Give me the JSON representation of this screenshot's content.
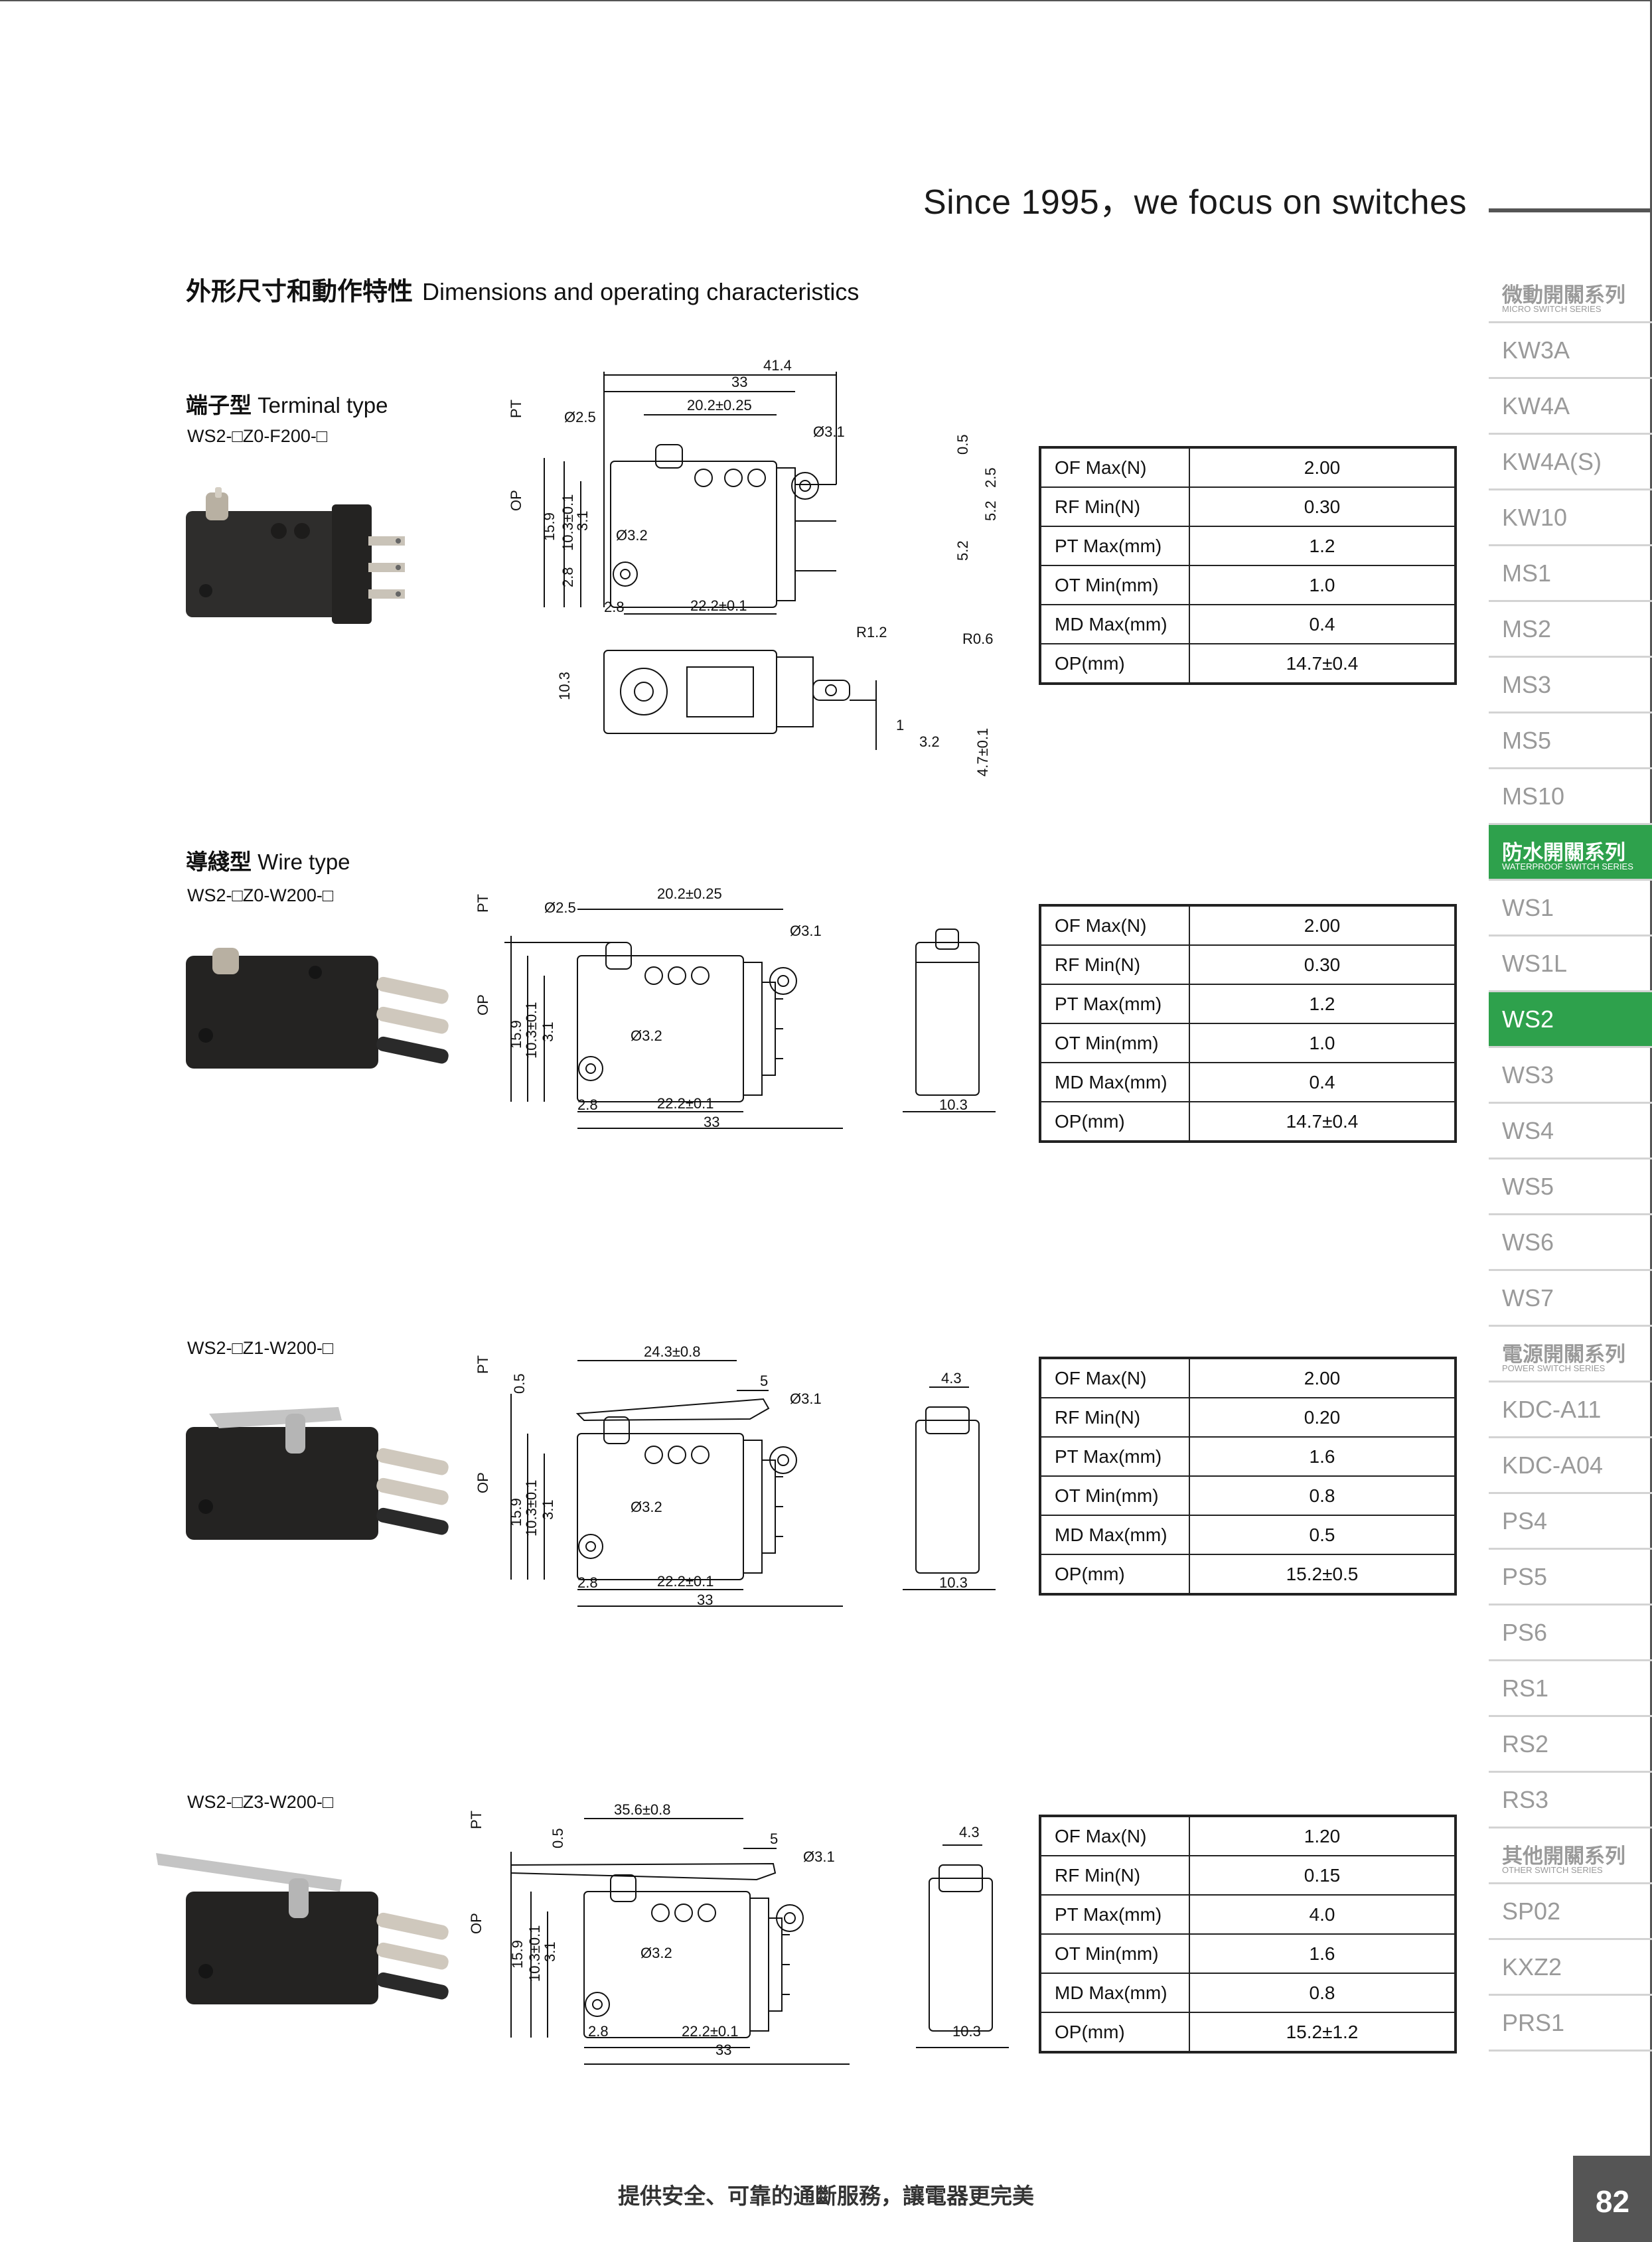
{
  "header": {
    "title": "Since 1995，we focus on switches"
  },
  "section": {
    "title_zh": "外形尺寸和動作特性",
    "title_en": "Dimensions and operating characteristics"
  },
  "products": [
    {
      "type_zh": "端子型",
      "type_en": "Terminal type",
      "model": "WS2-□Z0-F200-□",
      "dims": {
        "pt": "PT",
        "op": "OP",
        "d1": "41.4",
        "d2": "33",
        "d3": "20.2±0.25",
        "d4": "Ø2.5",
        "d5": "Ø3.1",
        "d6": "0.5",
        "d7": "2.5",
        "d8": "5.2",
        "d9": "5.2",
        "d10": "15.9",
        "d11": "10.3±0.1",
        "d12": "3.1",
        "d13": "2.8",
        "d14": "Ø3.2",
        "d15": "2.8",
        "d16": "22.2±0.1",
        "r1": "R1.2",
        "r2": "R0.6",
        "b1": "10.3",
        "b2": "1",
        "b3": "3.2",
        "b4": "4.7±0.1"
      },
      "specs": [
        {
          "label": "OF Max(N)",
          "value": "2.00"
        },
        {
          "label": "RF Min(N)",
          "value": "0.30"
        },
        {
          "label": "PT Max(mm)",
          "value": "1.2"
        },
        {
          "label": "OT Min(mm)",
          "value": "1.0"
        },
        {
          "label": "MD Max(mm)",
          "value": "0.4"
        },
        {
          "label": "OP(mm)",
          "value": "14.7±0.4"
        }
      ]
    },
    {
      "type_zh": "導綫型",
      "type_en": "Wire type",
      "model": "WS2-□Z0-W200-□",
      "dims": {
        "pt": "PT",
        "op": "OP",
        "d3": "20.2±0.25",
        "d4": "Ø2.5",
        "d5": "Ø3.1",
        "d10": "15.9",
        "d11": "10.3±0.1",
        "d12": "3.1",
        "d14": "Ø3.2",
        "d15": "2.8",
        "d16": "22.2±0.1",
        "d2": "33",
        "side": "10.3"
      },
      "specs": [
        {
          "label": "OF Max(N)",
          "value": "2.00"
        },
        {
          "label": "RF Min(N)",
          "value": "0.30"
        },
        {
          "label": "PT Max(mm)",
          "value": "1.2"
        },
        {
          "label": "OT Min(mm)",
          "value": "1.0"
        },
        {
          "label": "MD Max(mm)",
          "value": "0.4"
        },
        {
          "label": "OP(mm)",
          "value": "14.7±0.4"
        }
      ]
    },
    {
      "model": "WS2-□Z1-W200-□",
      "dims": {
        "pt": "PT",
        "op": "OP",
        "lever": "24.3±0.8",
        "l5": "5",
        "d6": "0.5",
        "d5": "Ø3.1",
        "d10": "15.9",
        "d11": "10.3±0.1",
        "d12": "3.1",
        "d14": "Ø3.2",
        "d15": "2.8",
        "d16": "22.2±0.1",
        "d2": "33",
        "side": "10.3",
        "top": "4.3"
      },
      "specs": [
        {
          "label": "OF Max(N)",
          "value": "2.00"
        },
        {
          "label": "RF Min(N)",
          "value": "0.20"
        },
        {
          "label": "PT Max(mm)",
          "value": "1.6"
        },
        {
          "label": "OT Min(mm)",
          "value": "0.8"
        },
        {
          "label": "MD Max(mm)",
          "value": "0.5"
        },
        {
          "label": "OP(mm)",
          "value": "15.2±0.5"
        }
      ]
    },
    {
      "model": "WS2-□Z3-W200-□",
      "dims": {
        "pt": "PT",
        "op": "OP",
        "lever": "35.6±0.8",
        "l5": "5",
        "d6": "0.5",
        "d5": "Ø3.1",
        "d10": "15.9",
        "d11": "10.3±0.1",
        "d12": "3.1",
        "d14": "Ø3.2",
        "d15": "2.8",
        "d16": "22.2±0.1",
        "d2": "33",
        "side": "10.3",
        "top": "4.3"
      },
      "specs": [
        {
          "label": "OF Max(N)",
          "value": "1.20"
        },
        {
          "label": "RF Min(N)",
          "value": "0.15"
        },
        {
          "label": "PT Max(mm)",
          "value": "4.0"
        },
        {
          "label": "OT Min(mm)",
          "value": "1.6"
        },
        {
          "label": "MD Max(mm)",
          "value": "0.8"
        },
        {
          "label": "OP(mm)",
          "value": "15.2±1.2"
        }
      ]
    }
  ],
  "sidebar": {
    "groups": [
      {
        "zh": "微動開關系列",
        "en": "MICRO SWITCH SERIES",
        "active": false,
        "items": [
          "KW3A",
          "KW4A",
          "KW4A(S)",
          "KW10",
          "MS1",
          "MS2",
          "MS3",
          "MS5",
          "MS10"
        ]
      },
      {
        "zh": "防水開關系列",
        "en": "WATERPROOF SWITCH SERIES",
        "active": true,
        "items": [
          "WS1",
          "WS1L",
          "WS2",
          "WS3",
          "WS4",
          "WS5",
          "WS6",
          "WS7"
        ]
      },
      {
        "zh": "電源開關系列",
        "en": "POWER SWITCH SERIES",
        "active": false,
        "items": [
          "KDC-A11",
          "KDC-A04",
          "PS4",
          "PS5",
          "PS6",
          "RS1",
          "RS2",
          "RS3"
        ]
      },
      {
        "zh": "其他開關系列",
        "en": "OTHER SWITCH SERIES",
        "active": false,
        "items": [
          "SP02",
          "KXZ2",
          "PRS1"
        ]
      }
    ],
    "active_item": "WS2"
  },
  "footer": {
    "slogan": "提供安全、可靠的通斷服務，讓電器更完美",
    "page": "82"
  }
}
